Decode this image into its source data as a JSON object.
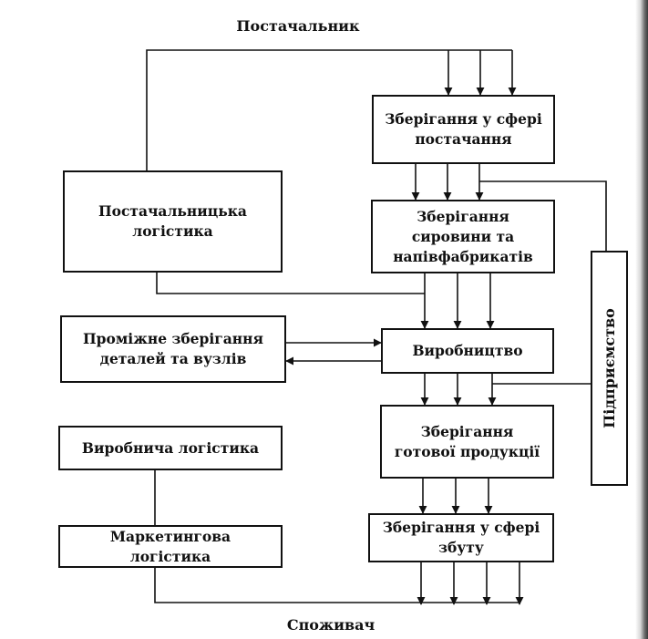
{
  "labels": {
    "supplier": "Постачальник",
    "consumer": "Споживач"
  },
  "boxes": {
    "supply_storage": [
      "Зберігання у сфері",
      "постачання"
    ],
    "raw_storage": [
      "Зберігання",
      "сировини та",
      "напівфабрикатів"
    ],
    "production": [
      "Виробництво"
    ],
    "finished_storage": [
      "Зберігання",
      "готової продукції"
    ],
    "sales_storage": [
      "Зберігання у сфері",
      "збуту"
    ],
    "supply_logistics": [
      "Постачальницька",
      "логістика"
    ],
    "intermediate_storage": [
      "Проміжне зберігання",
      "деталей та вузлів"
    ],
    "production_logistics": [
      "Виробнича логістика"
    ],
    "marketing_logistics": [
      "Маркетингова",
      "логістика"
    ],
    "enterprise": "Підприємство"
  },
  "colors": {
    "line": "#111111",
    "background": "#ffffff"
  }
}
